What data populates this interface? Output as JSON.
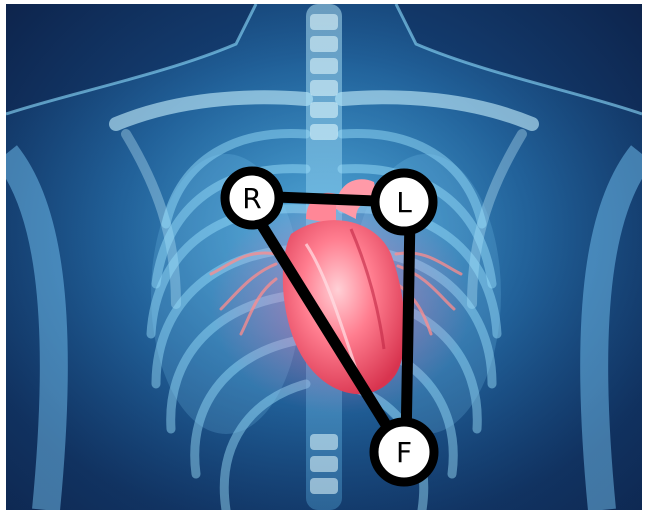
{
  "diagram": {
    "nodes": [
      {
        "id": "R",
        "label": "R"
      },
      {
        "id": "L",
        "label": "L"
      },
      {
        "id": "F",
        "label": "F"
      }
    ],
    "edges": [
      {
        "from": "R",
        "to": "L"
      },
      {
        "from": "L",
        "to": "F"
      },
      {
        "from": "R",
        "to": "F"
      }
    ]
  },
  "colors": {
    "background_dark": "#0c1f45",
    "body_glow": "#6fd0ff",
    "heart": "#ff6b7f",
    "node_fill": "#ffffff",
    "node_stroke": "#000000",
    "edge": "#000000"
  },
  "icons": {
    "figure": "human-torso-xray-illustration",
    "organ": "heart-illustration"
  }
}
